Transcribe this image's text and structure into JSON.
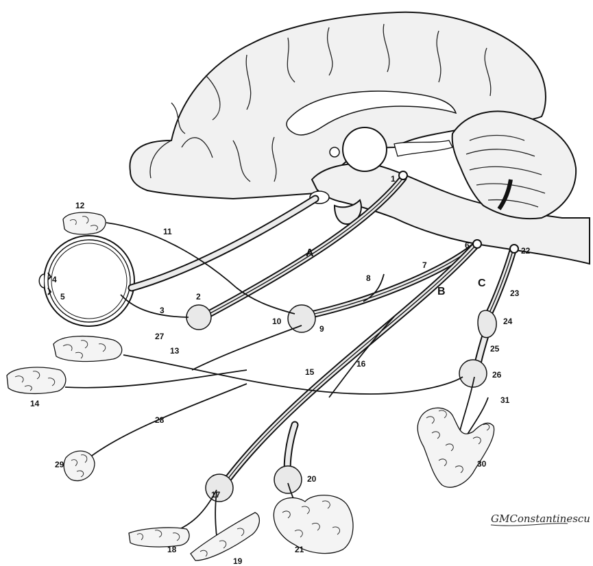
{
  "diagram": {
    "section_labels": {
      "a": "A",
      "b": "B",
      "c": "C"
    },
    "numbers": {
      "n1": "1",
      "n2": "2",
      "n3": "3",
      "n4": "4",
      "n5": "5",
      "n6": "6",
      "n7": "7",
      "n8": "8",
      "n9": "9",
      "n10": "10",
      "n11": "11",
      "n12": "12",
      "n13": "13",
      "n14": "14",
      "n15": "15",
      "n16": "16",
      "n17": "17",
      "n18": "18",
      "n19": "19",
      "n20": "20",
      "n21": "21",
      "n22": "22",
      "n23": "23",
      "n24": "24",
      "n25": "25",
      "n26": "26",
      "n27": "27",
      "n28": "28",
      "n29": "29",
      "n30": "30",
      "n31": "31"
    },
    "signature": "GMConstantinescu",
    "colors": {
      "ink": "#111111",
      "tissue": "#f1f1f1",
      "ganglion": "#e9e9e9"
    }
  }
}
